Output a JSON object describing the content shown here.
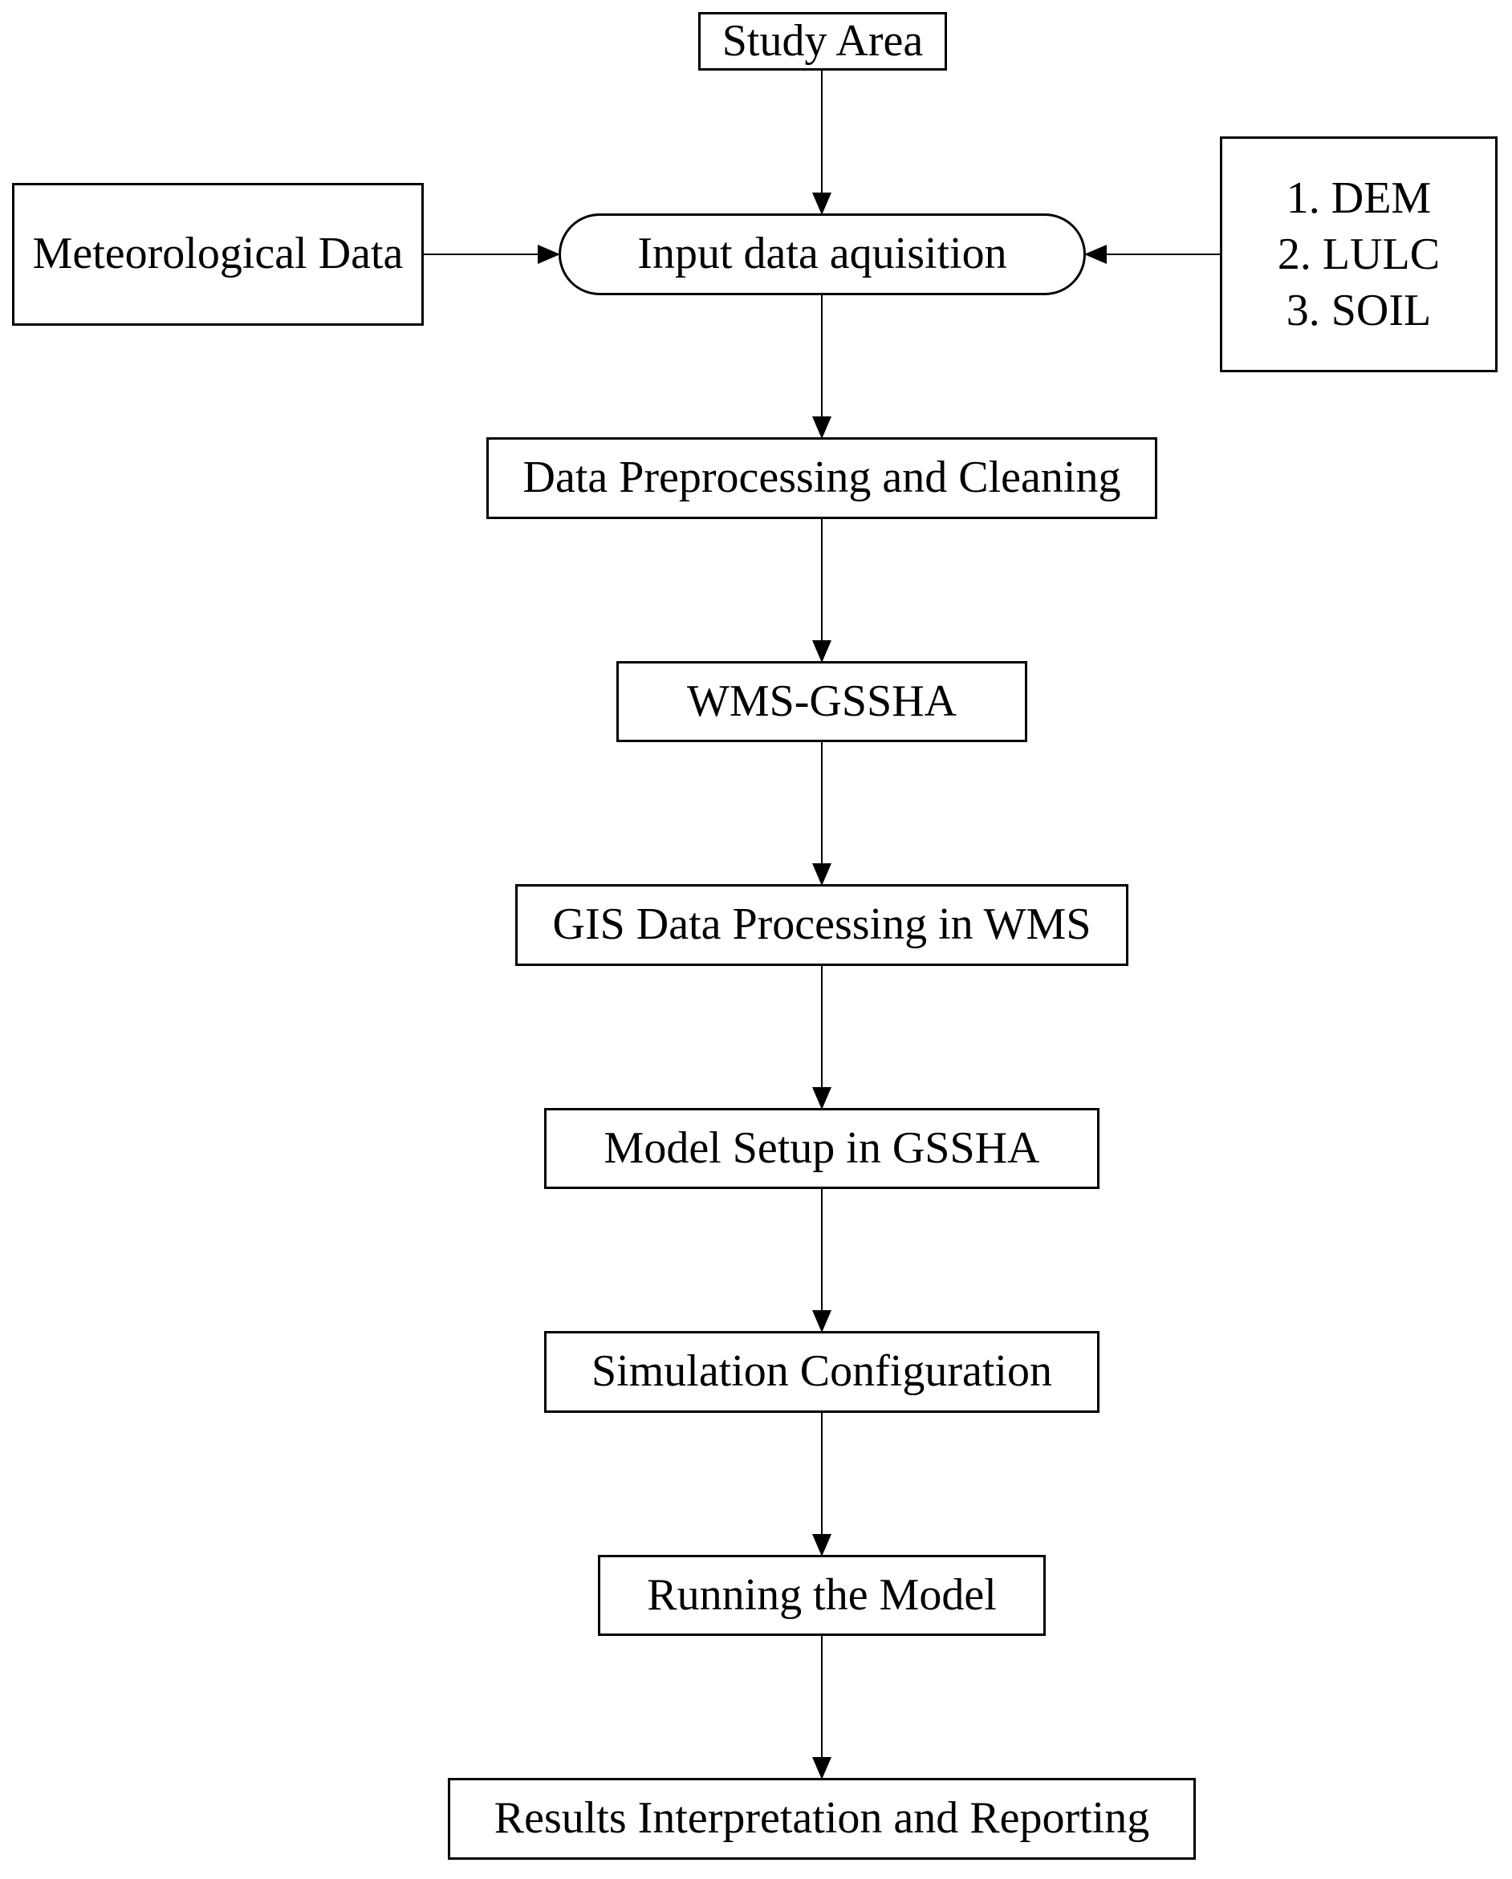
{
  "nodes": {
    "study_area": "Study Area",
    "meteorological": "Meteorological Data",
    "input_acquisition": "Input data aquisition",
    "spatial_inputs": [
      "1. DEM",
      "2. LULC",
      "3. SOIL"
    ],
    "preprocessing": "Data Preprocessing and Cleaning",
    "wms_gssha": "WMS-GSSHA",
    "gis_processing": "GIS Data Processing in WMS",
    "model_setup": "Model Setup in GSSHA",
    "simulation_config": "Simulation Configuration",
    "running_model": "Running the Model",
    "results": "Results Interpretation and Reporting"
  },
  "edges": [
    {
      "from": "study_area",
      "to": "input_acquisition"
    },
    {
      "from": "meteorological",
      "to": "input_acquisition"
    },
    {
      "from": "spatial_inputs",
      "to": "input_acquisition"
    },
    {
      "from": "input_acquisition",
      "to": "preprocessing"
    },
    {
      "from": "preprocessing",
      "to": "wms_gssha"
    },
    {
      "from": "wms_gssha",
      "to": "gis_processing"
    },
    {
      "from": "gis_processing",
      "to": "model_setup"
    },
    {
      "from": "model_setup",
      "to": "simulation_config"
    },
    {
      "from": "simulation_config",
      "to": "running_model"
    },
    {
      "from": "running_model",
      "to": "results"
    }
  ],
  "colors": {
    "stroke": "#000000",
    "fill": "#ffffff"
  }
}
